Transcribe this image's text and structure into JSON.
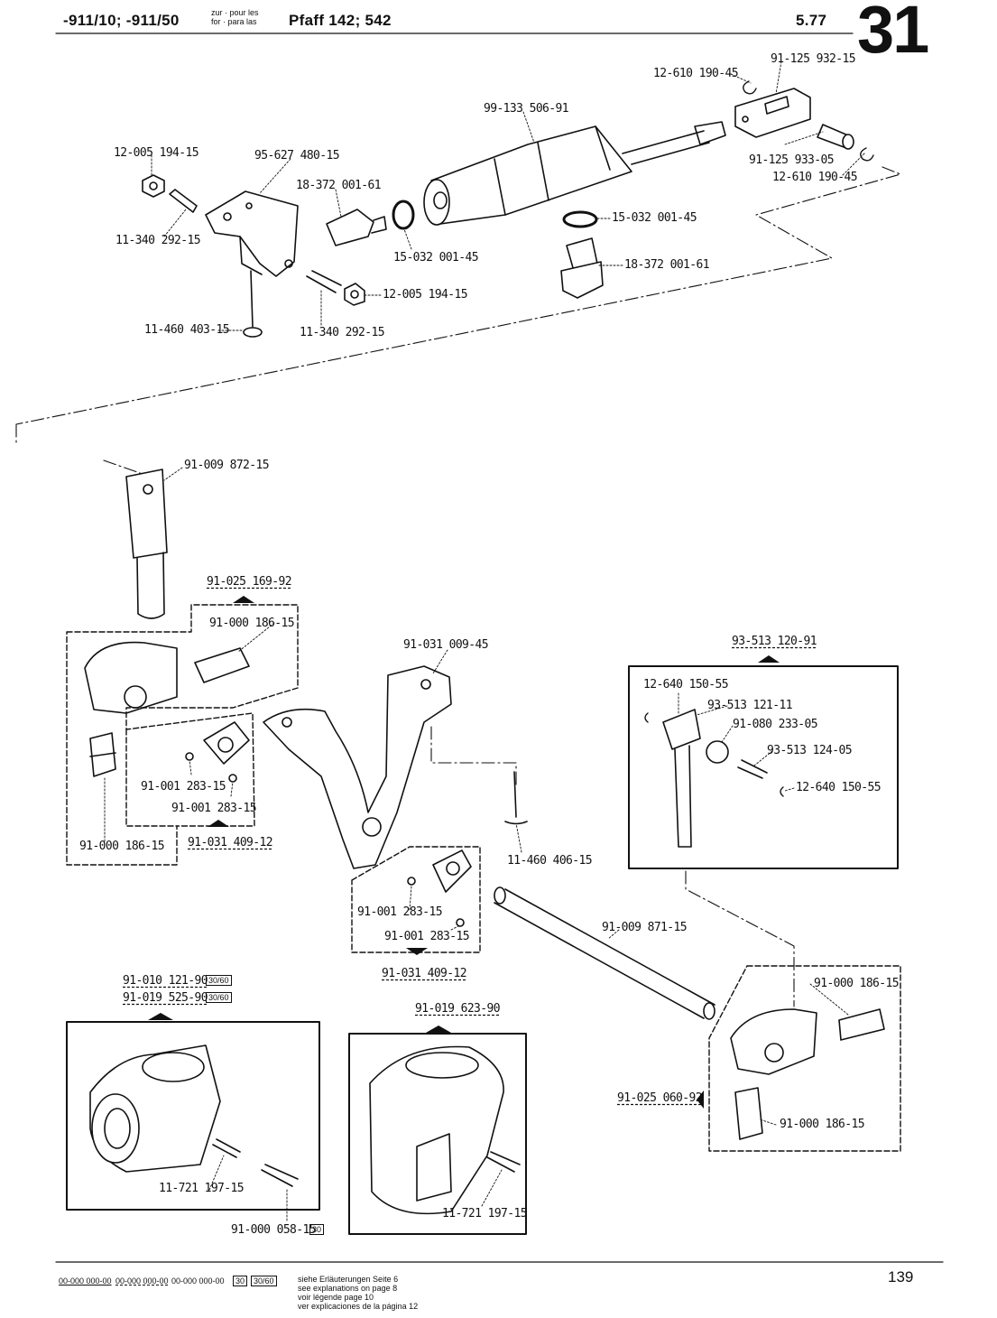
{
  "header": {
    "model": "-911/10; -911/50",
    "zur_pour": "zur · pour les",
    "for_para": "for · para las",
    "machine": "Pfaff 142; 542",
    "date": "5.77",
    "page_section": "31"
  },
  "parts": {
    "p1": "12-610 190-45",
    "p2": "91-125 932-15",
    "p3": "99-133 506-91",
    "p4": "12-005 194-15",
    "p5": "95-627 480-15",
    "p6": "18-372 001-61",
    "p7": "91-125 933-05",
    "p8": "12-610 190-45",
    "p9": "11-340 292-15",
    "p10": "15-032 001-45",
    "p11": "15-032 001-45",
    "p12": "18-372 001-61",
    "p13": "12-005 194-15",
    "p14": "11-460 403-15",
    "p15": "11-340 292-15",
    "p16": "91-009 872-15",
    "p17": "91-025 169-92",
    "p18": "91-000 186-15",
    "p19": "91-031 009-45",
    "p20": "93-513 120-91",
    "p21": "12-640 150-55",
    "p22": "93-513 121-11",
    "p23": "91-080 233-05",
    "p24": "93-513 124-05",
    "p25": "12-640 150-55",
    "p26": "91-001 283-15",
    "p27": "91-001 283-15",
    "p28": "91-000 186-15",
    "p29": "91-031 409-12",
    "p30": "11-460 406-15",
    "p31": "91-001 283-15",
    "p32": "91-001 283-15",
    "p33": "91-009 871-15",
    "p34": "91-031 409-12",
    "p35": "91-000 186-15",
    "p36": "91-010 121-90",
    "p37": "91-019 525-90",
    "p38": "91-019 623-90",
    "p39": "91-025 060-92",
    "p40": "91-000 186-15",
    "p41": "11-721 197-15",
    "p42": "11-721 197-15",
    "p43": "91-000 058-15"
  },
  "badges": {
    "b1": "30/60",
    "b2": "30/60",
    "b3": "30"
  },
  "footer": {
    "legend1": "00-000 000-00",
    "legend2": "00-000 000-00",
    "legend3": "00-000 000-00",
    "badge30": "30",
    "badge3060": "30/60",
    "de": "siehe Erläuterungen Seite 6",
    "en": "see explanations on page 8",
    "fr": "voir légende page 10",
    "es": "ver explicaciones de la página 12",
    "page_number": "139"
  }
}
